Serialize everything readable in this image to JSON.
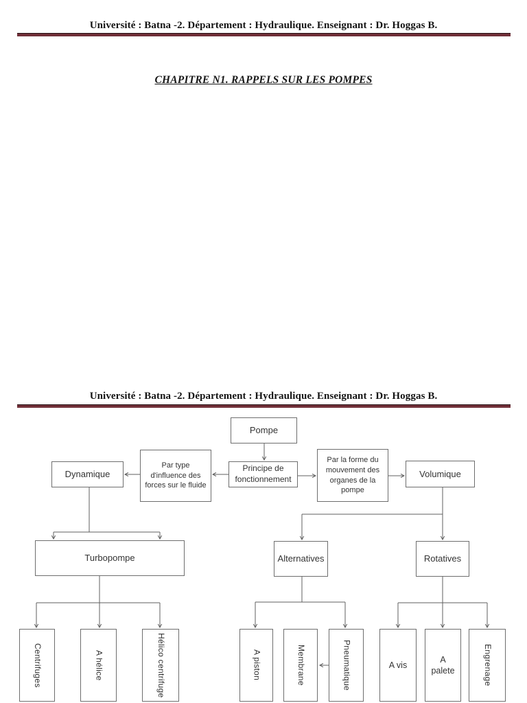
{
  "page": {
    "header": "Université : Batna -2. Département : Hydraulique. Enseignant : Dr. Hoggas B.",
    "chapter_title": "CHAPITRE N1. RAPPELS SUR LES POMPES"
  },
  "colors": {
    "rule_maroon": "#713039",
    "rule_edge": "#230d11",
    "box_border": "#6d6d6d",
    "connector_gray": "#5f5f5f"
  },
  "diagram": {
    "nodes": {
      "pompe": {
        "label": "Pompe"
      },
      "dynamique": {
        "label": "Dynamique"
      },
      "par_type": {
        "label": "Par type\nd'influence des\nforces sur le fluide"
      },
      "principe": {
        "label": "Principe de\nfonctionnement"
      },
      "par_forme": {
        "label": "Par la forme du\nmouvement des\norganes de la\npompe"
      },
      "volumique": {
        "label": "Volumique"
      },
      "turbopompe": {
        "label": "Turbopompe"
      },
      "alternatives": {
        "label": "Alternatives"
      },
      "rotatives": {
        "label": "Rotatives"
      },
      "centrifuges": {
        "label": "Centrifuges"
      },
      "a_helice": {
        "label": "A hélice"
      },
      "helico_centrifuge": {
        "label": "Hélico centrifuge"
      },
      "a_piston": {
        "label": "A piston"
      },
      "membrane": {
        "label": "Membrane"
      },
      "pneumatique": {
        "label": "Pneumatique"
      },
      "a_vis": {
        "label": "A vis"
      },
      "a_palete": {
        "label": "A\npalete"
      },
      "engrenage": {
        "label": "Engrenage"
      }
    }
  }
}
